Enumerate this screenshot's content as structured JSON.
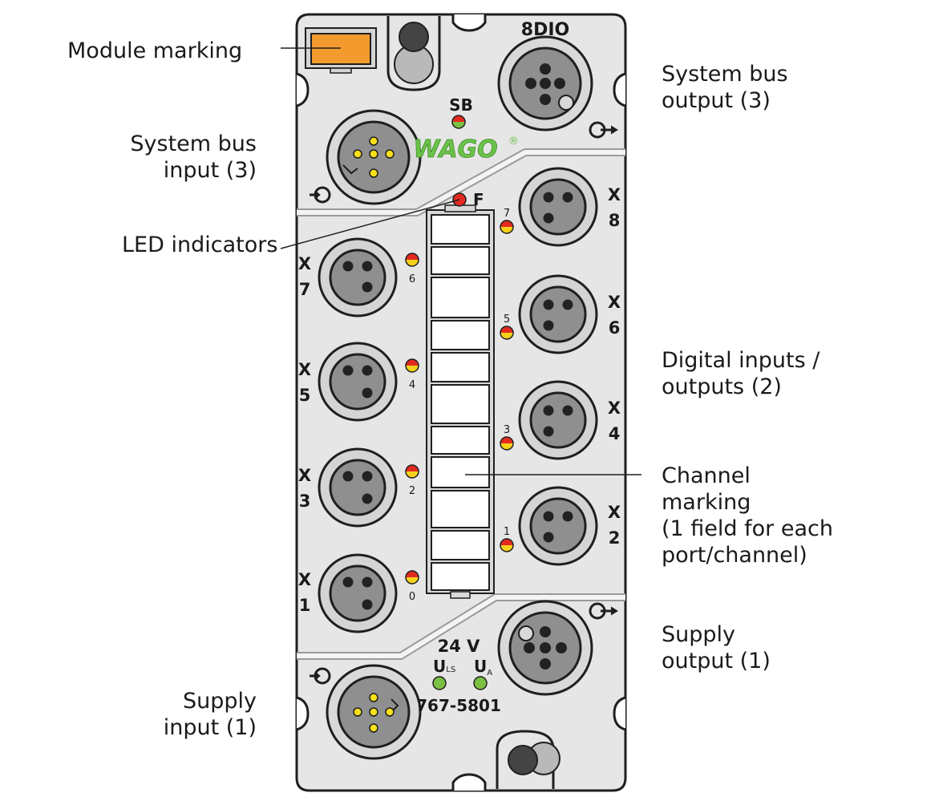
{
  "callouts": {
    "module_marking": [
      "Module marking"
    ],
    "system_bus_output": [
      "System bus",
      "output (3)"
    ],
    "system_bus_input": [
      "System bus",
      "input (3)"
    ],
    "led_indicators": [
      "LED indicators"
    ],
    "digital_io": [
      "Digital inputs /",
      "outputs (2)"
    ],
    "channel_marking": [
      "Channel",
      "marking",
      "(1 field for each",
      "port/channel)"
    ],
    "supply_output": [
      "Supply",
      "output (1)"
    ],
    "supply_input": [
      "Supply",
      "input (1)"
    ]
  },
  "device": {
    "model_name": "8DIO",
    "brand": "WAGO",
    "brand_reg": "®",
    "sb_label": "SB",
    "fault_label": "F",
    "voltage": "24 V",
    "uls_main": "U",
    "uls_sub": "LS",
    "ua_main": "U",
    "ua_sub": "A",
    "part_number": "767-5801",
    "ports": [
      {
        "x": "X",
        "n": "7",
        "led": "6"
      },
      {
        "x": "X",
        "n": "5",
        "led": "4"
      },
      {
        "x": "X",
        "n": "3",
        "led": "2"
      },
      {
        "x": "X",
        "n": "1",
        "led": "0"
      },
      {
        "x": "X",
        "n": "8",
        "led": "7"
      },
      {
        "x": "X",
        "n": "6",
        "led": "5"
      },
      {
        "x": "X",
        "n": "4",
        "led": "3"
      },
      {
        "x": "X",
        "n": "2",
        "led": "1"
      }
    ]
  },
  "colors": {
    "housing": "#e6e6e6",
    "outline": "#1f1f1f",
    "orange_marker": "#f29a2e",
    "led_red": "#e32a20",
    "led_yellow": "#f5d11a",
    "led_green": "#7bc043",
    "pin_yellow": "#f7e01a",
    "brand_green": "#6cc24a"
  },
  "icons": [
    "connector-input-icon",
    "connector-output-icon"
  ]
}
